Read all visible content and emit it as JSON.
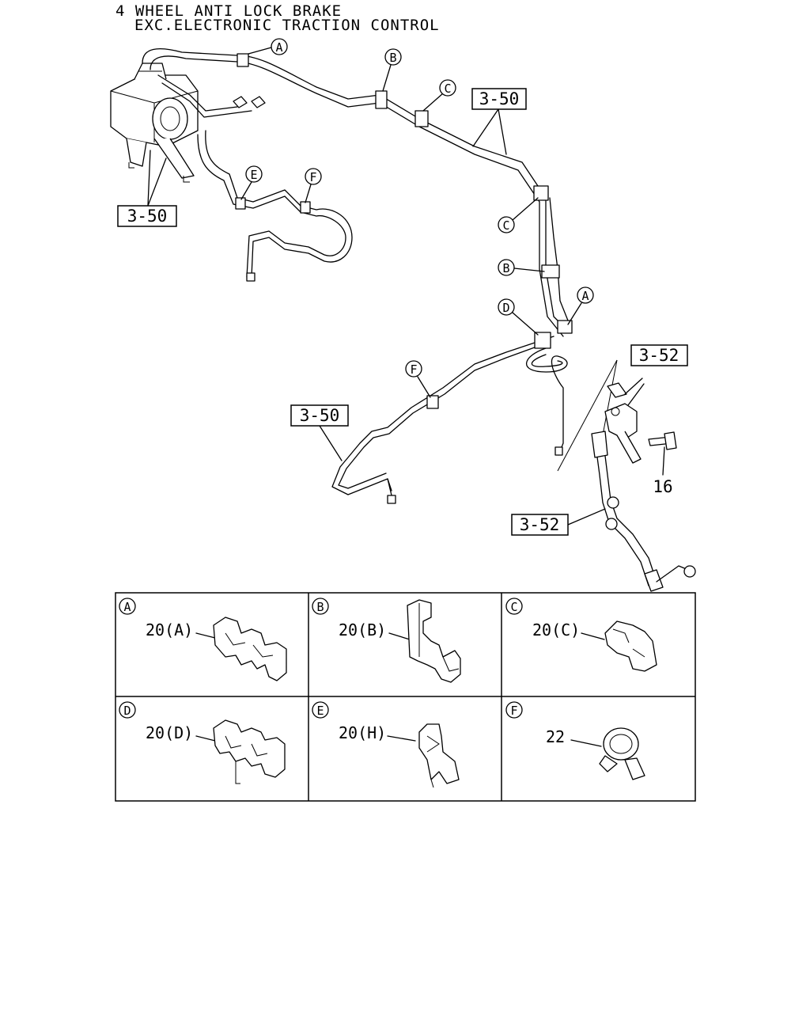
{
  "title": {
    "line1": "4 WHEEL ANTI LOCK BRAKE",
    "line2": "EXC.ELECTRONIC TRACTION CONTROL"
  },
  "refs": {
    "r350a": "3-50",
    "r350b": "3-50",
    "r350c": "3-50",
    "r352a": "3-52",
    "r352b": "3-52"
  },
  "part_numbers": {
    "bolt": "16"
  },
  "clip_callouts": {
    "a1": "A",
    "a2": "A",
    "b1": "B",
    "b2": "B",
    "c1": "C",
    "c2": "C",
    "d1": "D",
    "e1": "E",
    "f1": "F",
    "f2": "F"
  },
  "detail_table": {
    "cells": [
      {
        "letter": "A",
        "label": "20(A)"
      },
      {
        "letter": "B",
        "label": "20(B)"
      },
      {
        "letter": "C",
        "label": "20(C)"
      },
      {
        "letter": "D",
        "label": "20(D)"
      },
      {
        "letter": "E",
        "label": "20(H)"
      },
      {
        "letter": "F",
        "label": "22"
      }
    ]
  }
}
